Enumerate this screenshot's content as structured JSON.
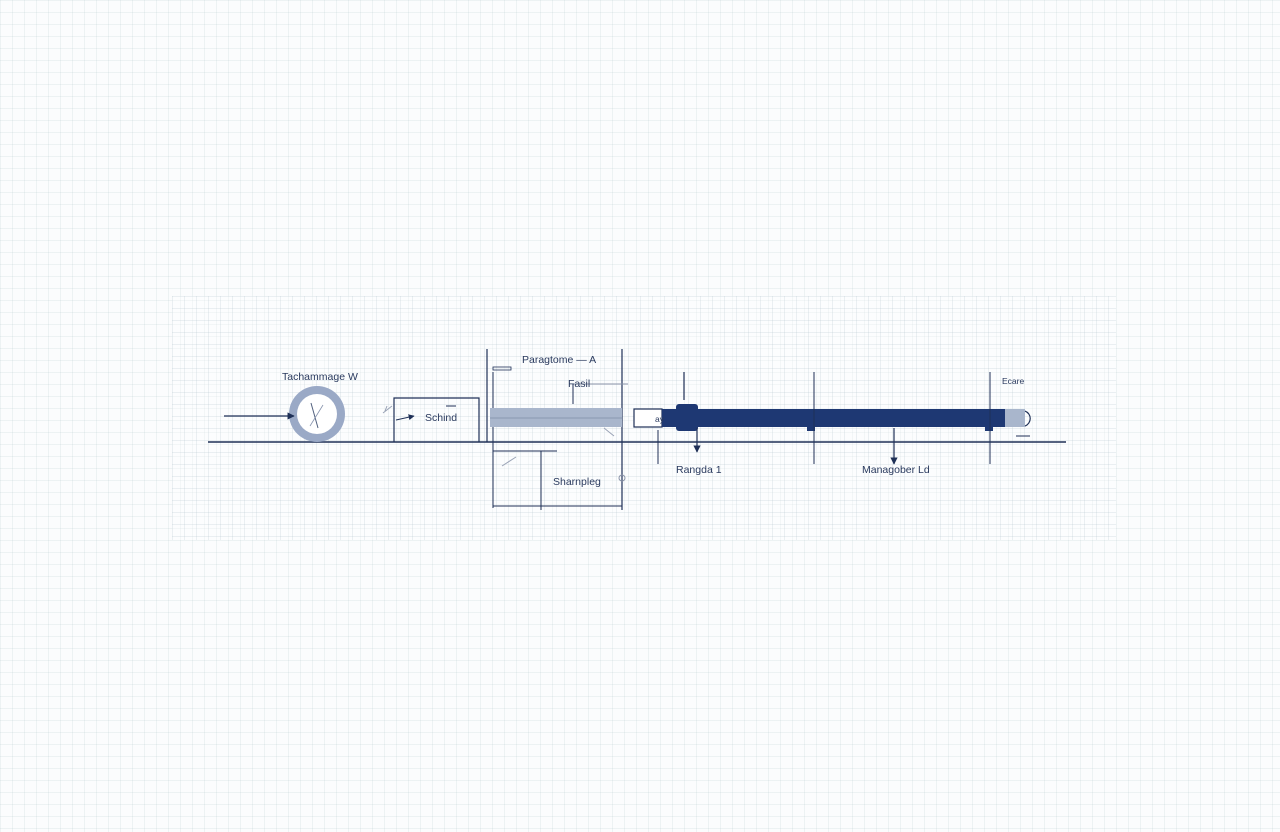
{
  "labels": {
    "wheel": "Tachammage W",
    "box": "Schind",
    "top_dimension": "Paragtome — A",
    "flag": "Fasil",
    "lower_dimension": "Sharnpleg",
    "marker_small": "ay",
    "support_left": "Rangda 1",
    "support_right": "Managober Ld",
    "end_cap": "Ecare"
  },
  "colors": {
    "ink": "#2a3a5e",
    "line": "#1f3057",
    "rod_dark": "#1e3873",
    "rod_light": "#a9b6cc",
    "wheel": "#9aa9c6",
    "grid": "#c4d5d9"
  }
}
